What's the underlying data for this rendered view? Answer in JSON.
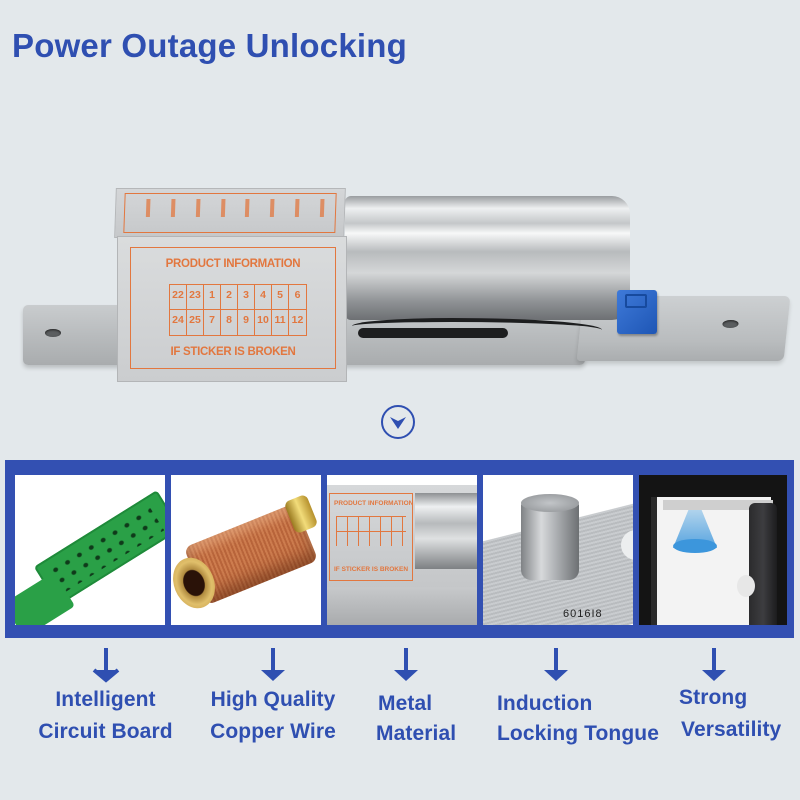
{
  "header": {
    "title": "Power Outage Unlocking"
  },
  "hero": {
    "product": "Electric bolt lock",
    "sticker": {
      "heading": "PRODUCT INFORMATION",
      "grid_row_1": [
        "22",
        "23",
        "1",
        "2",
        "3",
        "4",
        "5",
        "6"
      ],
      "grid_row_2": [
        "24",
        "25",
        "7",
        "8",
        "9",
        "10",
        "11",
        "12"
      ],
      "footer": "IF STICKER IS BROKEN"
    },
    "icons": [
      "chevron-down-circle-icon"
    ]
  },
  "panel": {
    "border_color": "#3350b2",
    "tiles": [
      {
        "image": "circuit-board"
      },
      {
        "image": "copper-coil"
      },
      {
        "image": "lock-body-closeup",
        "sticker_heading": "PRODUCT INFORMATION",
        "sticker_footer": "IF STICKER IS BROKEN"
      },
      {
        "image": "locking-tongue",
        "digits": "6016I8"
      },
      {
        "image": "door-sensor"
      }
    ]
  },
  "features": [
    {
      "line1": "Intelligent",
      "line2": "Circuit Board"
    },
    {
      "line1": "High Quality",
      "line2": "Copper Wire"
    },
    {
      "line1": "Metal",
      "line2": "Material"
    },
    {
      "line1": "Induction",
      "line2": "Locking Tongue"
    },
    {
      "line1": "Strong",
      "line2": "Versatility"
    }
  ],
  "colors": {
    "background": "#e3e8eb",
    "accent_blue": "#2f4fb1",
    "sticker_orange": "#e2773f",
    "connector_blue": "#2a64c6"
  }
}
